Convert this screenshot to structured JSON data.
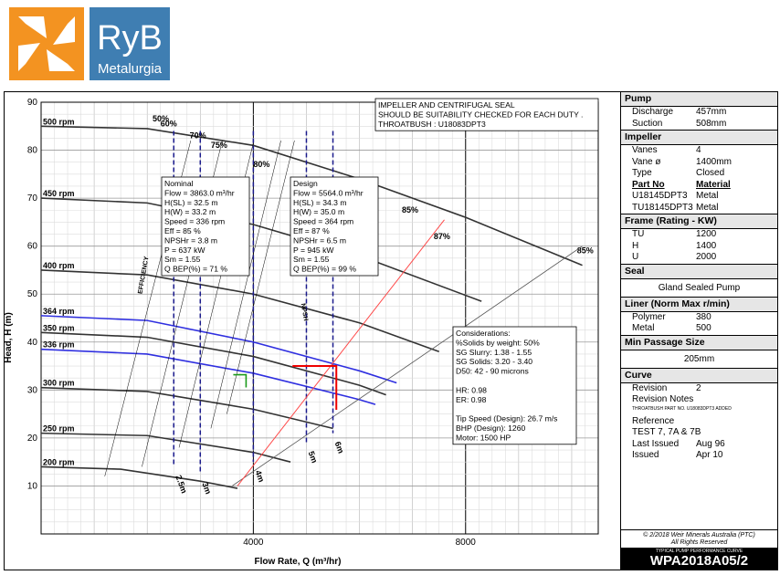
{
  "logo": {
    "brand": "RyB",
    "sub": "Metalurgia",
    "orange": "#f39321",
    "blue": "#3f7eb2"
  },
  "chart_data": {
    "type": "line",
    "xlabel": "Flow Rate, Q (m³/hr)",
    "ylabel": "Head, H (m)",
    "xlim": [
      0,
      10500
    ],
    "ylim": [
      0,
      90
    ],
    "x_ticks": [
      "4000",
      "8000"
    ],
    "y_ticks": [
      "10",
      "20",
      "30",
      "40",
      "50",
      "60",
      "70",
      "80",
      "90"
    ],
    "grid": true,
    "speed_curves": [
      {
        "name": "500 rpm",
        "color": "#333333",
        "x": [
          0,
          2000,
          4000,
          6000,
          8000,
          10200
        ],
        "y": [
          85,
          84.5,
          81,
          74,
          66,
          56
        ]
      },
      {
        "name": "450 rpm",
        "color": "#333333",
        "x": [
          0,
          2000,
          4000,
          6000,
          8300
        ],
        "y": [
          70,
          69,
          64.5,
          58,
          48.5
        ]
      },
      {
        "name": "400 rpm",
        "color": "#333333",
        "x": [
          0,
          2000,
          4000,
          6000,
          7500
        ],
        "y": [
          55,
          54,
          50,
          44,
          38
        ]
      },
      {
        "name": "364 rpm",
        "color": "#2f2fe0",
        "x": [
          0,
          2000,
          4000,
          6000,
          6700
        ],
        "y": [
          45.5,
          44.5,
          40,
          34,
          31.5
        ]
      },
      {
        "name": "350 rpm",
        "color": "#333333",
        "x": [
          0,
          2000,
          4000,
          6000,
          6500
        ],
        "y": [
          42,
          41,
          37,
          31,
          29
        ]
      },
      {
        "name": "336 rpm",
        "color": "#2f2fe0",
        "x": [
          0,
          2000,
          4000,
          6000,
          6300
        ],
        "y": [
          38.5,
          37.5,
          33.5,
          28,
          27
        ]
      },
      {
        "name": "300 rpm",
        "color": "#333333",
        "x": [
          0,
          2000,
          4000,
          5500
        ],
        "y": [
          30.5,
          29.7,
          26,
          22
        ]
      },
      {
        "name": "250 rpm",
        "color": "#333333",
        "x": [
          0,
          2000,
          4000,
          4700
        ],
        "y": [
          21,
          20.5,
          17,
          15
        ]
      },
      {
        "name": "200 rpm",
        "color": "#333333",
        "x": [
          0,
          1500,
          3000,
          3700
        ],
        "y": [
          14,
          13.5,
          11,
          9.5
        ]
      }
    ],
    "efficiency_labels": [
      "50%",
      "60%",
      "70%",
      "75%",
      "80%",
      "85%",
      "87%",
      "85%"
    ],
    "npsh_labels": [
      "2.5m",
      "3m",
      "4m",
      "5m",
      "6m"
    ],
    "rotated_labels": [
      "EFFICIENCY",
      "NPSH"
    ],
    "operating_line": {
      "x": [
        3700,
        7600
      ],
      "y": [
        10,
        65.5
      ]
    },
    "nominal": {
      "title": "Nominal",
      "lines": [
        "Flow = 3863.0 m³/hr",
        "H(SL) = 32.5 m",
        "H(W) = 33.2 m",
        "Speed = 336 rpm",
        "Eff = 85 %",
        "NPSHr = 3.8 m",
        "P = 637 kW",
        "Sm = 1.55",
        "Q BEP(%) = 71 %"
      ],
      "x": 3863,
      "y": 33.2
    },
    "design": {
      "title": "Design",
      "lines": [
        "Flow = 5564.0 m³/hr",
        "H(SL) = 34.3 m",
        "H(W) = 35.0 m",
        "Speed = 364 rpm",
        "Eff = 87 %",
        "NPSHr = 6.5 m",
        "P = 945 kW",
        "Sm = 1.55",
        "Q BEP(%) = 99 %"
      ],
      "x": 5564,
      "y": 35.0
    },
    "note": [
      "IMPELLER AND CENTRIFUGAL SEAL",
      "SHOULD BE SUITABILITY CHECKED FOR EACH DUTY .",
      "THROATBUSH : U18083DPT3"
    ],
    "considerations": [
      "Considerations:",
      "%Solids by weight: 50%",
      "SG Slurry: 1.38 - 1.55",
      "SG Solids: 3.20 - 3.40",
      "D50: 42 - 90 microns",
      "",
      "HR: 0.98",
      "ER: 0.98",
      "",
      "Tip Speed (Design): 26.7 m/s",
      "BHP (Design): 1260",
      "Motor: 1500 HP"
    ]
  },
  "side": {
    "pump": {
      "title": "Pump",
      "rows": [
        [
          "Discharge",
          "457mm"
        ],
        [
          "Suction",
          "508mm"
        ]
      ]
    },
    "impeller": {
      "title": "Impeller",
      "rows": [
        [
          "Vanes",
          "4"
        ],
        [
          "Vane ø",
          "1400mm"
        ],
        [
          "Type",
          "Closed"
        ]
      ],
      "part_header": [
        "Part No",
        "Material"
      ],
      "parts": [
        [
          "U18145DPT3",
          "Metal"
        ],
        [
          "TU18145DPT3",
          "Metal"
        ]
      ]
    },
    "frame": {
      "title": "Frame (Rating - KW)",
      "rows": [
        [
          "TU",
          "1200"
        ],
        [
          "H",
          "1400"
        ],
        [
          "U",
          "2000"
        ]
      ]
    },
    "seal": {
      "title": "Seal",
      "value": "Gland Sealed Pump"
    },
    "liner": {
      "title": "Liner    (Norm Max r/min)",
      "rows": [
        [
          "Polymer",
          "380"
        ],
        [
          "Metal",
          "500"
        ]
      ]
    },
    "passage": {
      "title": "Min Passage Size",
      "value": "205mm"
    },
    "curve": {
      "title": "Curve",
      "revision_label": "Revision",
      "revision": "2",
      "notes_label": "Revision Notes",
      "notes": "THROATBUSH PART NO. U18083DPT3 ADDED",
      "ref_label": "Reference",
      "ref": "TEST 7, 7A & 7B",
      "issued_first_label": "Last Issued",
      "issued_first": "Aug 96",
      "issued_label": "Issued",
      "issued": "Apr 10"
    },
    "copyright1": "© 2/2018  Weir Minerals Australia (PTC)",
    "copyright2": "All Rights Reserved",
    "footer_small": "TYPICAL PUMP PERFORMANCE CURVE",
    "footer_big": "WPA2018A05/2"
  }
}
